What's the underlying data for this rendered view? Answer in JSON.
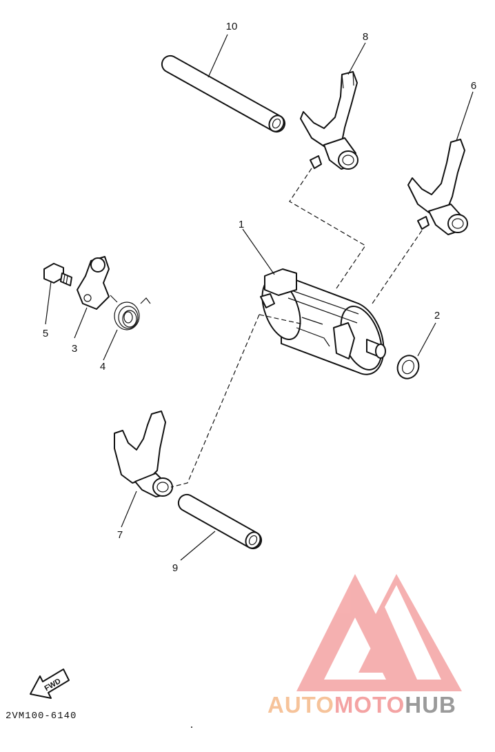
{
  "diagram": {
    "callouts": [
      {
        "id": "1",
        "label": "1"
      },
      {
        "id": "2",
        "label": "2"
      },
      {
        "id": "3",
        "label": "3"
      },
      {
        "id": "4",
        "label": "4"
      },
      {
        "id": "5",
        "label": "5"
      },
      {
        "id": "6",
        "label": "6"
      },
      {
        "id": "7",
        "label": "7"
      },
      {
        "id": "8",
        "label": "8"
      },
      {
        "id": "9",
        "label": "9"
      },
      {
        "id": "10",
        "label": "10"
      }
    ],
    "fwd_label": "FWD",
    "drawing_code": "2VM100-6140"
  },
  "watermark": {
    "part1": "AUTO",
    "part2": "MOTO",
    "part3": "HUB",
    "colors": {
      "logo": "#f4a3a3",
      "auto": "#f6c39a",
      "moto": "#f4a3a3",
      "hub": "#9a9a9a"
    }
  }
}
